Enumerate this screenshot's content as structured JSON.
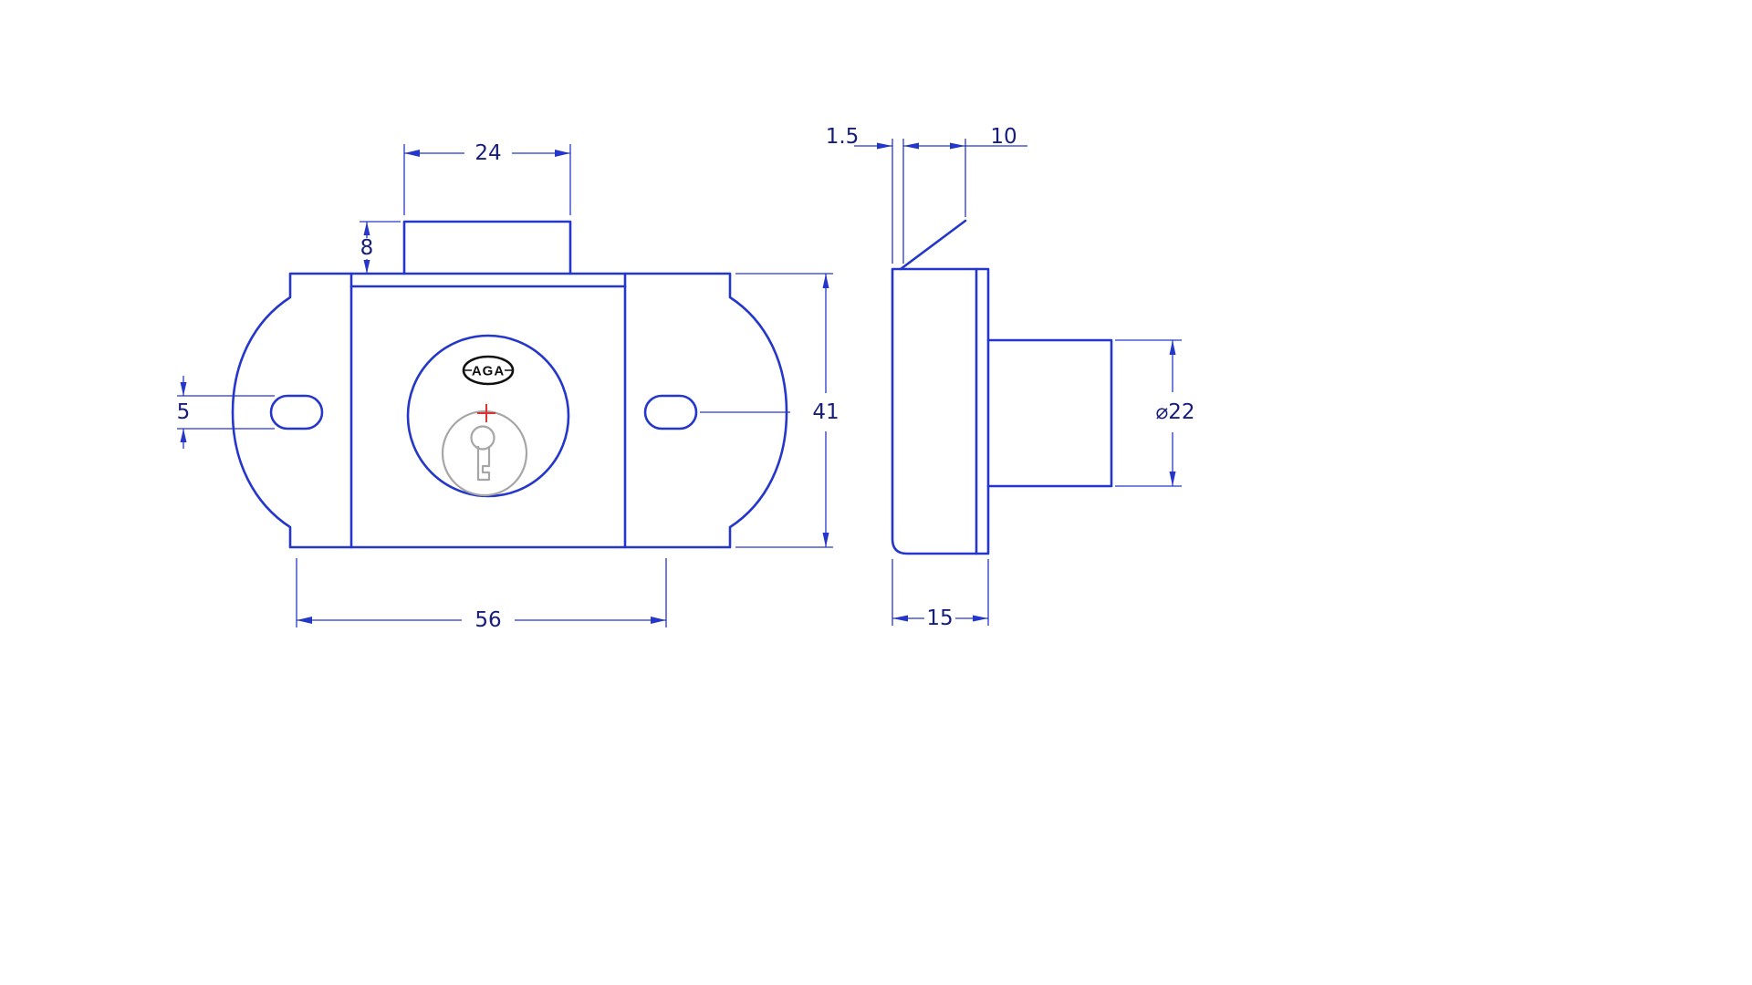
{
  "drawing": {
    "logo": "AGA",
    "colors": {
      "line": "#2537cb",
      "text": "#161d7c",
      "red": "#e03131",
      "gray": "#a6a6a6",
      "logo": "#101010"
    },
    "dimensions": {
      "bolt_width": "24",
      "bolt_height": "8",
      "slot_height": "5",
      "hole_spacing": "56",
      "body_height": "41",
      "plate_thickness": "1.5",
      "tab_length": "10",
      "body_depth": "15",
      "cylinder_diameter": "⌀22"
    }
  }
}
